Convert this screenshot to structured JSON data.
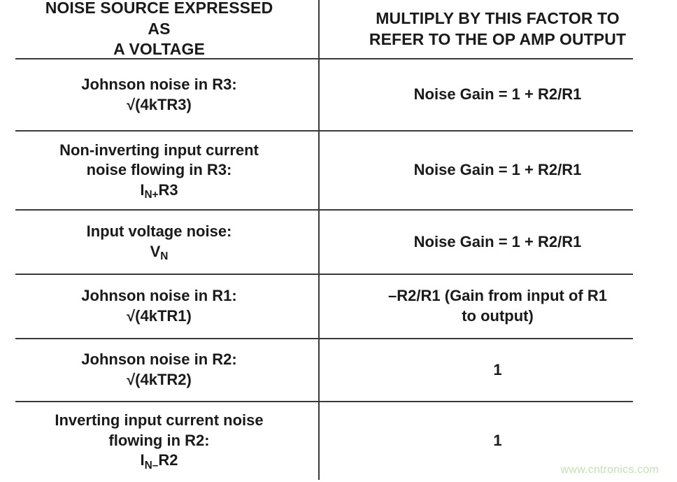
{
  "table": {
    "headers": {
      "left_line1": "NOISE SOURCE EXPRESSED AS",
      "left_line2": "A VOLTAGE",
      "right_line1": "MULTIPLY BY THIS FACTOR TO",
      "right_line2": "REFER TO THE OP AMP OUTPUT"
    },
    "rows": [
      {
        "left_line1": "Johnson noise in R3:",
        "left_line2": "√(4kTR3)",
        "left_line3": "",
        "left_sub_base": "",
        "left_sub": "",
        "left_sub_tail": "",
        "right_line1": "Noise Gain = 1 + R2/R1",
        "right_line2": ""
      },
      {
        "left_line1": "Non-inverting input current",
        "left_line2": "noise flowing in R3:",
        "left_line3": "",
        "left_sub_base": "I",
        "left_sub": "N+",
        "left_sub_tail": "R3",
        "right_line1": "Noise Gain = 1 + R2/R1",
        "right_line2": ""
      },
      {
        "left_line1": "Input voltage noise:",
        "left_line2": "",
        "left_line3": "",
        "left_sub_base": "V",
        "left_sub": "N",
        "left_sub_tail": "",
        "right_line1": "Noise Gain = 1 + R2/R1",
        "right_line2": ""
      },
      {
        "left_line1": "Johnson noise in R1:",
        "left_line2": "√(4kTR1)",
        "left_line3": "",
        "left_sub_base": "",
        "left_sub": "",
        "left_sub_tail": "",
        "right_line1": "–R2/R1 (Gain from input of R1",
        "right_line2": "to output)"
      },
      {
        "left_line1": "Johnson noise in R2:",
        "left_line2": "√(4kTR2)",
        "left_line3": "",
        "left_sub_base": "",
        "left_sub": "",
        "left_sub_tail": "",
        "right_line1": "1",
        "right_line2": ""
      },
      {
        "left_line1": "Inverting input current noise",
        "left_line2": "flowing in R2:",
        "left_line3": "",
        "left_sub_base": "I",
        "left_sub": "N–",
        "left_sub_tail": "R2",
        "right_line1": "1",
        "right_line2": ""
      }
    ]
  },
  "watermark": {
    "text": "www.cntronics.com",
    "color": "#c5e0b4"
  },
  "colors": {
    "rule": "#3a3a3a",
    "text": "#1a1a1a",
    "background": "#ffffff"
  }
}
